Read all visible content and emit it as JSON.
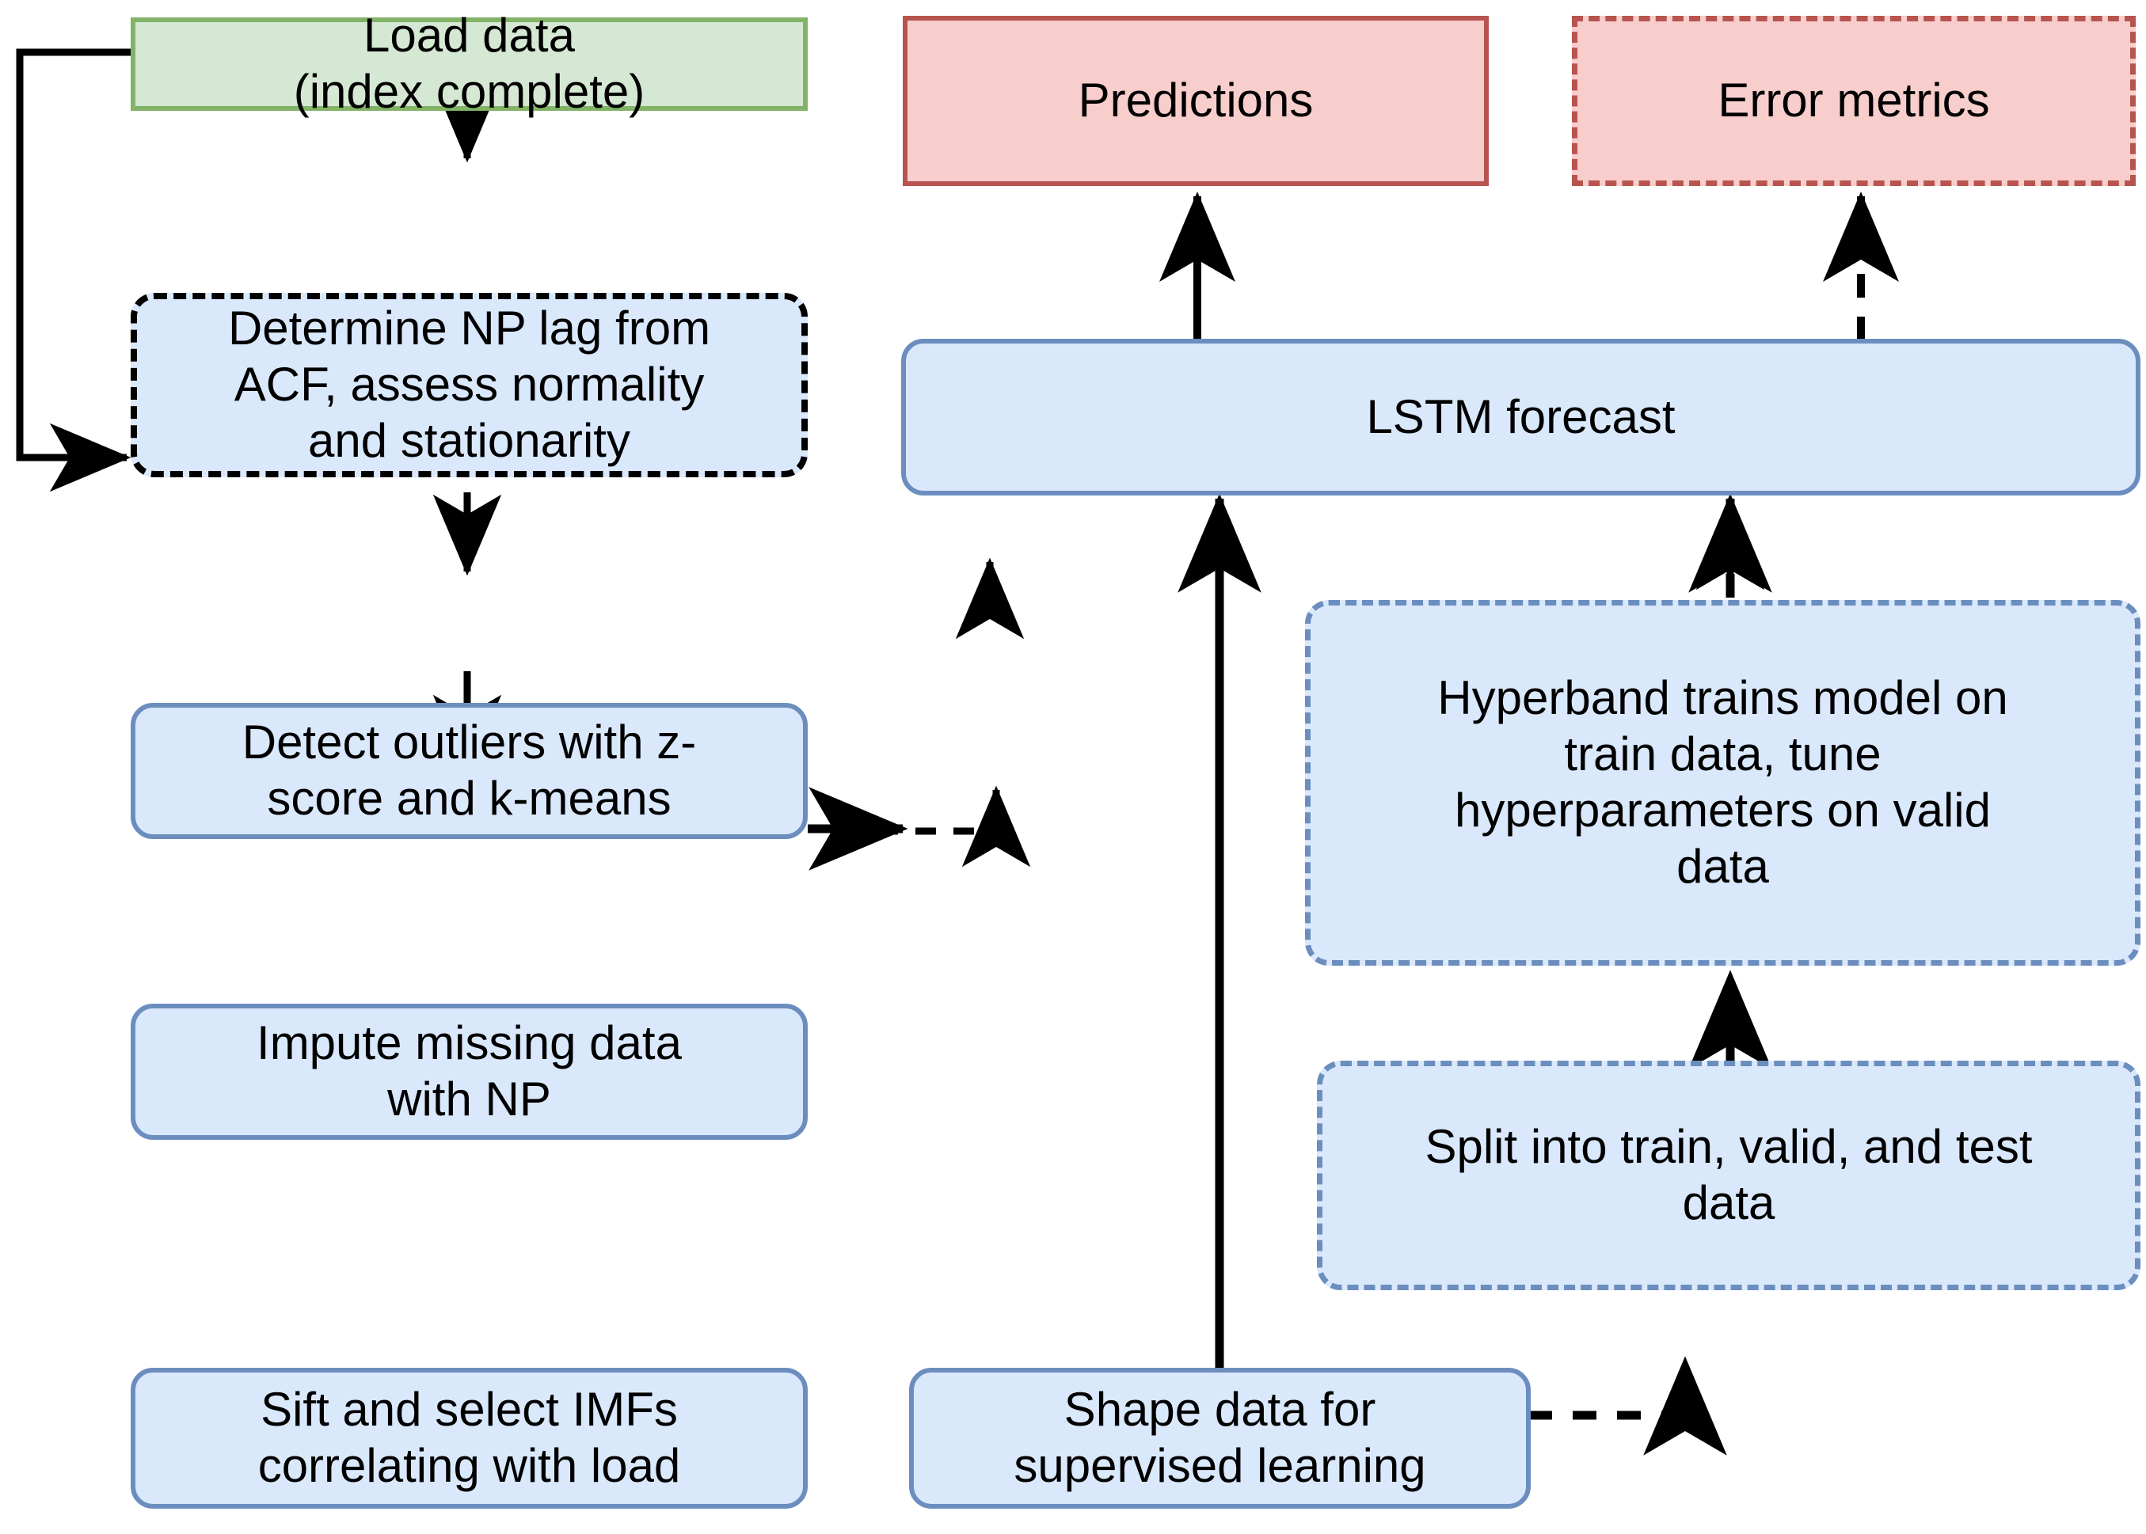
{
  "diagram": {
    "title": "Load forecasting pipeline flowchart",
    "background": "#ffffff",
    "palette": {
      "green_fill": "#d5e8d4",
      "green_stroke": "#82b366",
      "blue_fill": "#dae8fc",
      "blue_stroke": "#6c8ebf",
      "pink_fill": "#f8cecc",
      "pink_stroke": "#b85450",
      "arrow_color": "#000000"
    },
    "nodes": [
      {
        "id": "load-data",
        "label": "Load data\n(index complete)",
        "fill": "#d5e8d4",
        "stroke": "#82b366",
        "stroke_style": "solid",
        "shape": "rectangle"
      },
      {
        "id": "determine-np-lag",
        "label": "Determine NP lag from\nACF, assess normality\nand stationarity",
        "fill": "#dae8fc",
        "stroke": "#000000",
        "stroke_style": "dashed",
        "shape": "rounded-rectangle"
      },
      {
        "id": "detect-outliers",
        "label": "Detect outliers with z-\nscore and k-means",
        "fill": "#dae8fc",
        "stroke": "#6c8ebf",
        "stroke_style": "solid",
        "shape": "rounded-rectangle"
      },
      {
        "id": "impute-missing",
        "label": "Impute missing data\nwith NP",
        "fill": "#dae8fc",
        "stroke": "#6c8ebf",
        "stroke_style": "solid",
        "shape": "rounded-rectangle"
      },
      {
        "id": "sift-imfs",
        "label": "Sift and select IMFs\ncorrelating with load",
        "fill": "#dae8fc",
        "stroke": "#6c8ebf",
        "stroke_style": "solid",
        "shape": "rounded-rectangle"
      },
      {
        "id": "shape-data",
        "label": "Shape data for\nsupervised learning",
        "fill": "#dae8fc",
        "stroke": "#6c8ebf",
        "stroke_style": "solid",
        "shape": "rounded-rectangle"
      },
      {
        "id": "split-data",
        "label": "Split into train, valid, and test\ndata",
        "fill": "#dae8fc",
        "stroke": "#6c8ebf",
        "stroke_style": "dashed",
        "shape": "rounded-rectangle"
      },
      {
        "id": "hyperband",
        "label": "Hyperband trains model on\ntrain data, tune\nhyperparameters on valid\ndata",
        "fill": "#dae8fc",
        "stroke": "#6c8ebf",
        "stroke_style": "dashed",
        "shape": "rounded-rectangle"
      },
      {
        "id": "lstm-forecast",
        "label": "LSTM forecast",
        "fill": "#dae8fc",
        "stroke": "#6c8ebf",
        "stroke_style": "solid",
        "shape": "rounded-rectangle"
      },
      {
        "id": "predictions",
        "label": "Predictions",
        "fill": "#f8cecc",
        "stroke": "#b85450",
        "stroke_style": "solid",
        "shape": "rectangle"
      },
      {
        "id": "error-metrics",
        "label": "Error metrics",
        "fill": "#f8cecc",
        "stroke": "#b85450",
        "stroke_style": "dashed",
        "shape": "rectangle"
      }
    ],
    "edges": [
      {
        "id": "e-load-determine",
        "from": "load-data",
        "to": "determine-np-lag",
        "style": "dashed",
        "direction": "down"
      },
      {
        "id": "e-determine-detect",
        "from": "determine-np-lag",
        "to": "detect-outliers",
        "style": "dashed",
        "direction": "down"
      },
      {
        "id": "e-load-detect",
        "from": "load-data",
        "to": "detect-outliers",
        "style": "solid",
        "direction": "left-loop"
      },
      {
        "id": "e-detect-impute",
        "from": "detect-outliers",
        "to": "impute-missing",
        "style": "solid",
        "direction": "down"
      },
      {
        "id": "e-impute-sift",
        "from": "impute-missing",
        "to": "sift-imfs",
        "style": "solid",
        "direction": "down"
      },
      {
        "id": "e-sift-shape",
        "from": "sift-imfs",
        "to": "shape-data",
        "style": "solid",
        "direction": "right"
      },
      {
        "id": "e-shape-split",
        "from": "shape-data",
        "to": "split-data",
        "style": "dashed",
        "direction": "right-up-elbow"
      },
      {
        "id": "e-split-hyperband",
        "from": "split-data",
        "to": "hyperband",
        "style": "dashed",
        "direction": "up"
      },
      {
        "id": "e-hyperband-lstm",
        "from": "hyperband",
        "to": "lstm-forecast",
        "style": "dashed",
        "direction": "up"
      },
      {
        "id": "e-shape-lstm",
        "from": "shape-data",
        "to": "lstm-forecast",
        "style": "solid",
        "direction": "up"
      },
      {
        "id": "e-lstm-predictions",
        "from": "lstm-forecast",
        "to": "predictions",
        "style": "solid",
        "direction": "up"
      },
      {
        "id": "e-lstm-error",
        "from": "lstm-forecast",
        "to": "error-metrics",
        "style": "dashed",
        "direction": "up"
      }
    ]
  }
}
